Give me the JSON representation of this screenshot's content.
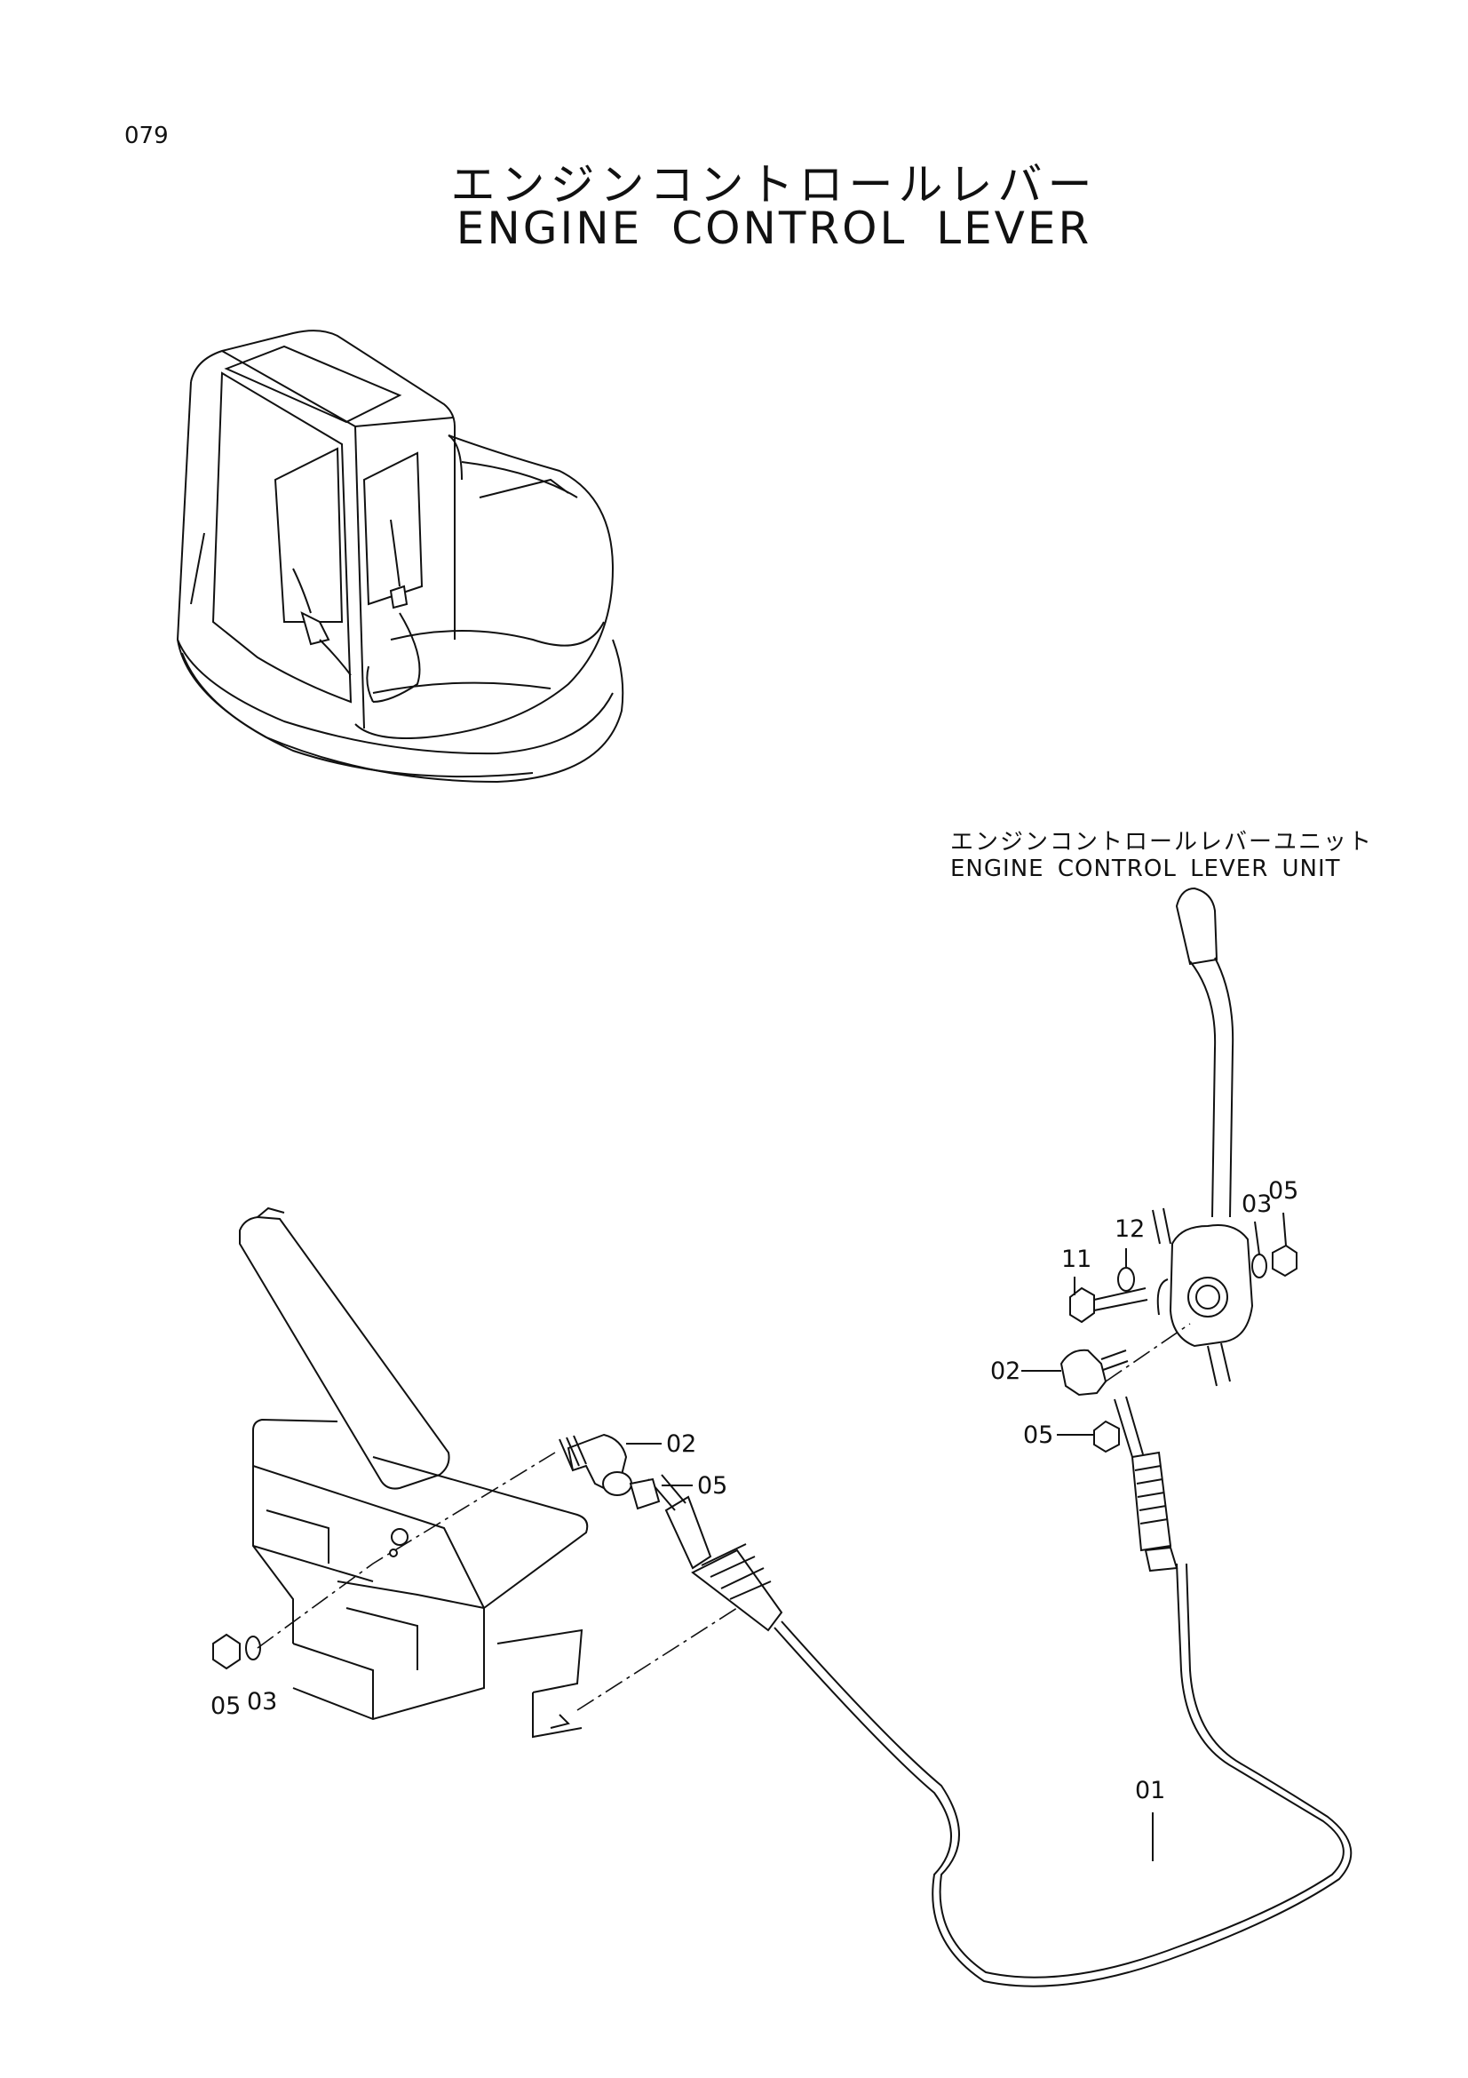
{
  "page_number": "079",
  "title": {
    "japanese": "エンジンコントロールレバー",
    "english": "ENGINE CONTROL LEVER"
  },
  "unit_label": {
    "japanese": "エンジンコントロールレバーユニット",
    "english": "ENGINE CONTROL LEVER UNIT"
  },
  "callouts": {
    "c01": "01",
    "c02_pedal": "02",
    "c05_pedal": "05",
    "c05_left": "05",
    "c03_left": "03",
    "c11": "11",
    "c12": "12",
    "c03_right": "03",
    "c05_right_top": "05",
    "c02_right": "02",
    "c05_right_low": "05"
  }
}
